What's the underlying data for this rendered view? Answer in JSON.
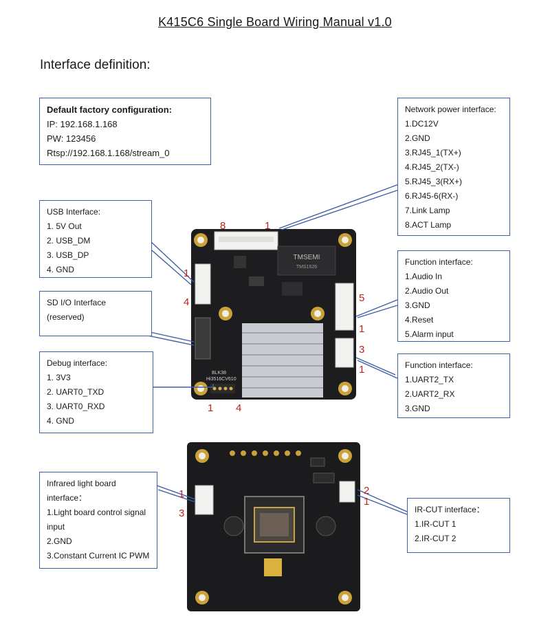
{
  "title": "K415C6 Single Board Wiring Manual v1.0",
  "subtitle": "Interface definition:",
  "colors": {
    "box_border": "#3d5fa8",
    "pin_numbers": "#c0201e",
    "pcb": "#1d1d1f",
    "heatsink": "#c8ccd2"
  },
  "factory": {
    "head": "Default factory configuration:",
    "lines": [
      "IP: 192.168.1.168",
      "PW: 123456",
      "Rtsp://192.168.1.168/stream_0"
    ]
  },
  "network": {
    "head": "Network power interface:",
    "lines": [
      "1.DC12V",
      "2.GND",
      "3.RJ45_1(TX+)",
      "4.RJ45_2(TX-)",
      "5.RJ45_3(RX+)",
      "6.RJ45-6(RX-)",
      "7.Link Lamp",
      "8.ACT Lamp"
    ]
  },
  "usb": {
    "head": "USB Interface:",
    "lines": [
      "1. 5V Out",
      "2. USB_DM",
      "3. USB_DP",
      "4. GND"
    ]
  },
  "sd": {
    "head": "SD I/O Interface",
    "lines": [
      "(reserved)"
    ]
  },
  "debug": {
    "head": "Debug interface:",
    "lines": [
      "1. 3V3",
      "2. UART0_TXD",
      "3. UART0_RXD",
      "4. GND"
    ]
  },
  "function1": {
    "head": "Function interface:",
    "lines": [
      "1.Audio In",
      "2.Audio Out",
      "3.GND",
      "4.Reset",
      "5.Alarm input"
    ]
  },
  "function2": {
    "head": "Function interface:",
    "lines": [
      "1.UART2_TX",
      "2.UART2_RX",
      "3.GND"
    ]
  },
  "infrared": {
    "head1": "Infrared light board",
    "head2": "interface：",
    "lines": [
      "1.Light board control signal",
      "input",
      "2.GND",
      "3.Constant Current IC PWM"
    ]
  },
  "ircut": {
    "head": "IR-CUT interface：",
    "lines": [
      "1.IR-CUT 1",
      "2.IR-CUT 2"
    ]
  },
  "pins": {
    "net_8": "8",
    "net_1": "1",
    "usb_1": "1",
    "usb_4": "4",
    "func1_5": "5",
    "func1_1": "1",
    "func2_3": "3",
    "func2_1": "1",
    "dbg_1": "1",
    "dbg_4": "4",
    "ir_1": "1",
    "ir_3": "3",
    "cut_2": "2",
    "cut_1": "1"
  },
  "board_text": {
    "chip_top": "TMSEMI",
    "chip_bottom": "TMS1626",
    "label1": "BLK38",
    "label2": "Hi3516CV610"
  }
}
